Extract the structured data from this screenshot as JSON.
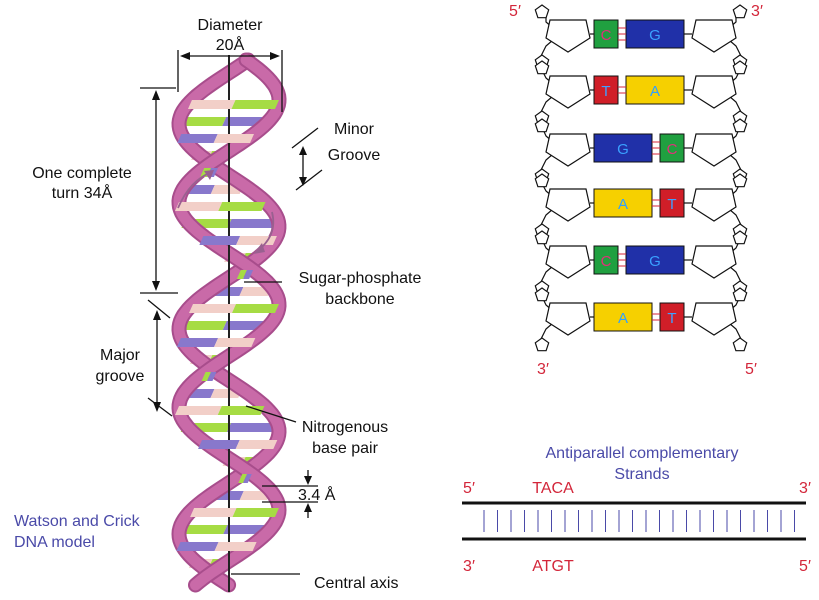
{
  "colors": {
    "ribbon": "#c96aa8",
    "ribbon_dark": "#a84d8c",
    "pink_rung": "#f2cfc8",
    "green_rung": "#a6dc44",
    "purple_rung": "#8878cc",
    "axis": "#222222",
    "guanine": "#2030a8",
    "cytosine": "#20a040",
    "thymine": "#d01e28",
    "adenine": "#f6d000",
    "prime_label": "#d3263a",
    "caption": "#4a4aa8"
  },
  "helix": {
    "diameter_label": "Diameter",
    "diameter_value": "20Å",
    "turn_label_1": "One complete",
    "turn_label_2": "turn 34Å",
    "minor_label_1": "Minor",
    "minor_label_2": "Groove",
    "major_label_1": "Major",
    "major_label_2": "groove",
    "backbone_label_1": "Sugar-phosphate",
    "backbone_label_2": "backbone",
    "basepair_label_1": "Nitrogenous",
    "basepair_label_2": "base pair",
    "rise_label": "3.4 Å",
    "axis_label": "Central axis",
    "caption_1": "Watson and Crick",
    "caption_2": "DNA model"
  },
  "ladder": {
    "top_left": "5′",
    "top_right": "3′",
    "bottom_left": "3′",
    "bottom_right": "5′",
    "pairs": [
      {
        "left": "C",
        "right": "G",
        "bonds": 3
      },
      {
        "left": "T",
        "right": "A",
        "bonds": 2
      },
      {
        "left": "G",
        "right": "C",
        "bonds": 3
      },
      {
        "left": "A",
        "right": "T",
        "bonds": 2
      },
      {
        "left": "C",
        "right": "G",
        "bonds": 3
      },
      {
        "left": "A",
        "right": "T",
        "bonds": 2
      }
    ]
  },
  "strands": {
    "title_1": "Antiparallel complementary",
    "title_2": "Strands",
    "top_left": "5′",
    "top_seq": "TACA",
    "top_right": "3′",
    "bottom_left": "3′",
    "bottom_seq": "ATGT",
    "bottom_right": "5′"
  }
}
